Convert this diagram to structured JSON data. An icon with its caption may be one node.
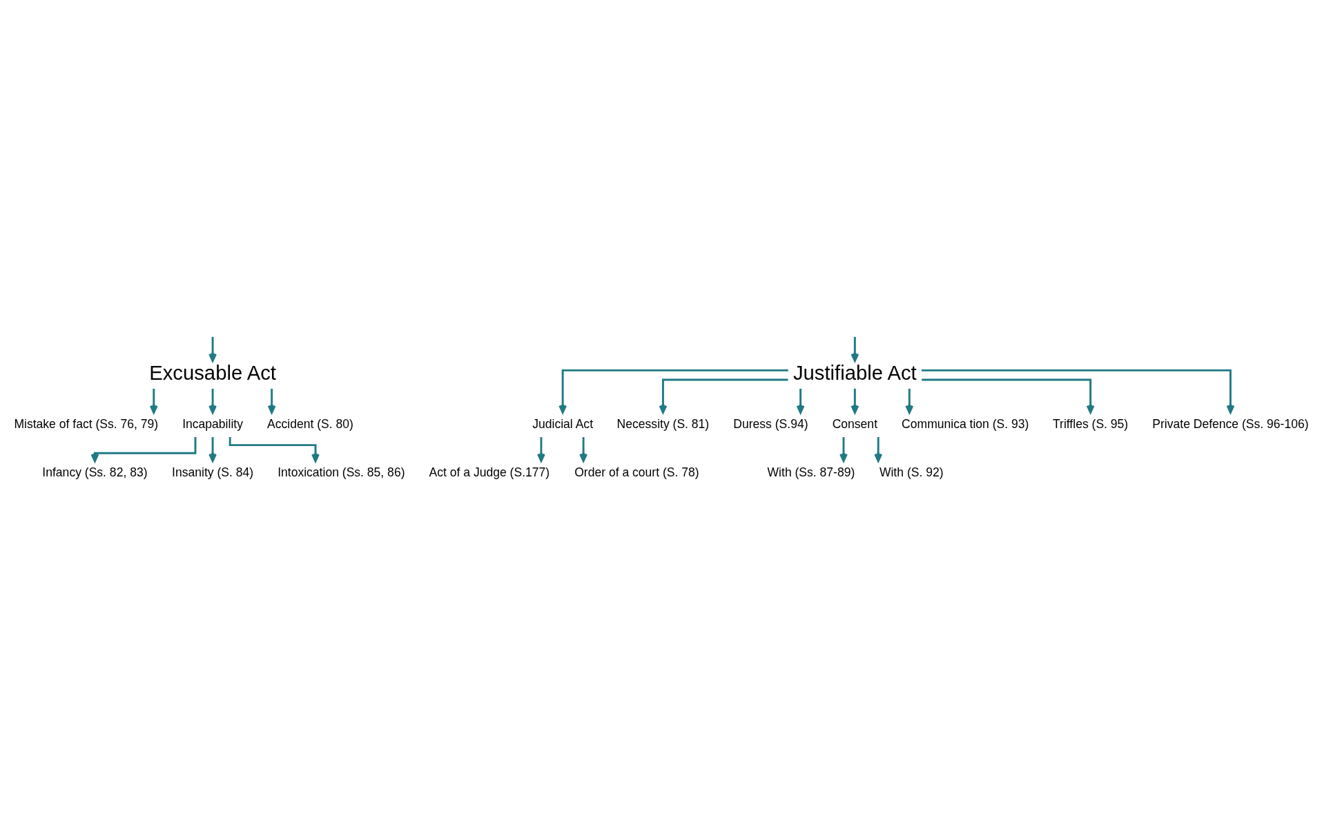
{
  "diagram": {
    "nodes": [
      {
        "text": [
          "Excusable Act"
        ]
      },
      {
        "text": [
          "Justifiable Act"
        ]
      },
      {
        "text": [
          "Mistake of fact (Ss. 76, 79)"
        ]
      },
      {
        "text": [
          "Incapability"
        ]
      },
      {
        "text": [
          "Accident (S. 80)"
        ]
      },
      {
        "text": [
          "Infancy (Ss. 82, 83)"
        ]
      },
      {
        "text": [
          "Insanity (S. 84)"
        ]
      },
      {
        "text": [
          "Intoxication (Ss. 85, 86)"
        ]
      },
      {
        "text": [
          "Judicial Act"
        ]
      },
      {
        "text": [
          "Necessity (S. 81)"
        ]
      },
      {
        "text": [
          "Duress (S.94)"
        ]
      },
      {
        "text": [
          "Consent"
        ]
      },
      {
        "text": [
          "Communica tion (S. 93)"
        ]
      },
      {
        "text": [
          "Triffles (S. 95)"
        ]
      },
      {
        "text": [
          "Private Defence (Ss. 96-106)"
        ]
      },
      {
        "text": [
          "Act of a Judge (S.177)"
        ]
      },
      {
        "text": [
          "Order of a court (S. 78)"
        ]
      },
      {
        "text": [
          "With (Ss. 87-89)"
        ]
      },
      {
        "text": [
          "With (S. 92)"
        ]
      }
    ],
    "edges": [
      {
        "from": null,
        "to": 0,
        "arrow": "to"
      },
      {
        "from": null,
        "to": 1,
        "arrow": "to"
      },
      {
        "from": 0,
        "to": 2,
        "arrow": "to"
      },
      {
        "from": 0,
        "to": 3,
        "arrow": "to"
      },
      {
        "from": 0,
        "to": 4,
        "arrow": "to"
      },
      {
        "from": 3,
        "to": 5,
        "arrow": "to"
      },
      {
        "from": 3,
        "to": 6,
        "arrow": "to"
      },
      {
        "from": 3,
        "to": 7,
        "arrow": "to"
      },
      {
        "from": 1,
        "to": 8,
        "arrow": "to"
      },
      {
        "from": 1,
        "to": 9,
        "arrow": "to"
      },
      {
        "from": 1,
        "to": 10,
        "arrow": "to"
      },
      {
        "from": 1,
        "to": 11,
        "arrow": "to"
      },
      {
        "from": 1,
        "to": 12,
        "arrow": "to"
      },
      {
        "from": 1,
        "to": 13,
        "arrow": "to"
      },
      {
        "from": 1,
        "to": 14,
        "arrow": "to"
      },
      {
        "from": 8,
        "to": 15,
        "arrow": "to"
      },
      {
        "from": 8,
        "to": 16,
        "arrow": "to"
      },
      {
        "from": 11,
        "to": 17,
        "arrow": "to"
      },
      {
        "from": 11,
        "to": 18,
        "arrow": "to"
      }
    ]
  }
}
